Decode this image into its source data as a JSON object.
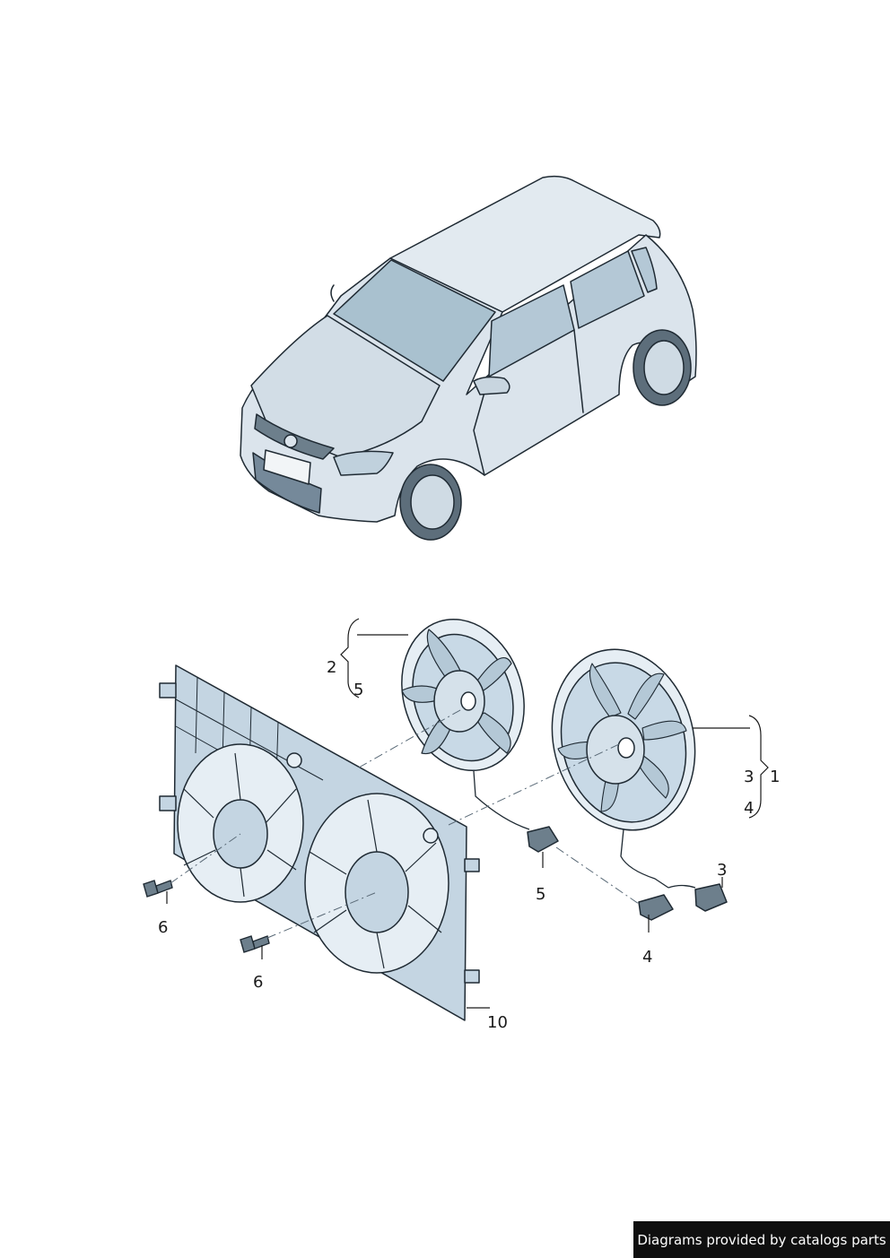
{
  "callouts": {
    "fan_small": {
      "ref": "2",
      "sub": "5"
    },
    "fan_large": {
      "ref": "1",
      "sub_top": "3",
      "sub_bottom": "4"
    },
    "connector_large": "3",
    "connector_plug_large": "4",
    "connector_small": "5",
    "bolt_left": "6",
    "bolt_right": "6",
    "shroud": "10"
  },
  "credit": {
    "text": "Diagrams provided by catalogs parts"
  },
  "colors": {
    "body_fill": "#dbe4ec",
    "glass_fill": "#a9c1cf",
    "line": "#1f2a33",
    "shroud_fill": "#c4d5e2",
    "fan_fill": "#c8d9e6"
  }
}
